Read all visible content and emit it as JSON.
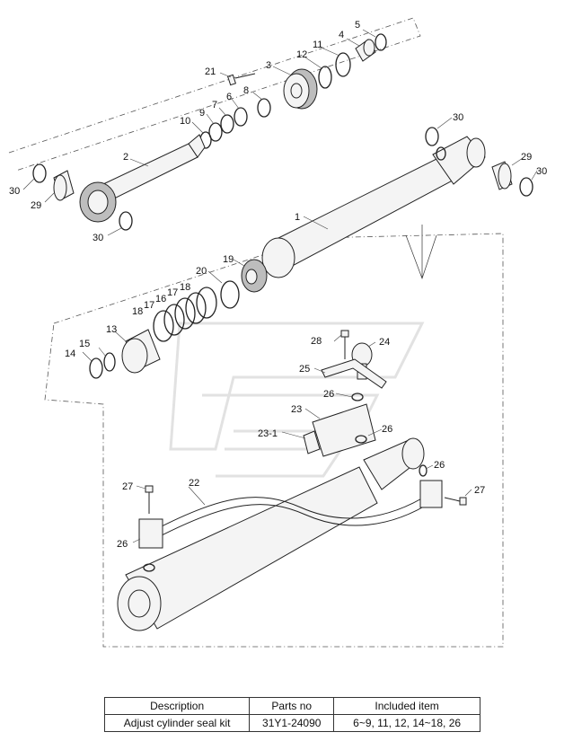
{
  "callouts": {
    "c1": "1",
    "c2": "2",
    "c3": "3",
    "c4": "4",
    "c5": "5",
    "c6": "6",
    "c7": "7",
    "c8": "8",
    "c9": "9",
    "c10": "10",
    "c11": "11",
    "c12": "12",
    "c13": "13",
    "c14": "14",
    "c15": "15",
    "c16": "16",
    "c17a": "17",
    "c17b": "17",
    "c18a": "18",
    "c18b": "18",
    "c19": "19",
    "c20": "20",
    "c21": "21",
    "c22": "22",
    "c23": "23",
    "c23_1": "23-1",
    "c24": "24",
    "c25": "25",
    "c26a": "26",
    "c26b": "26",
    "c26c": "26",
    "c26d": "26",
    "c27a": "27",
    "c27b": "27",
    "c28": "28",
    "c29a": "29",
    "c29b": "29",
    "c30a": "30",
    "c30b": "30",
    "c30c": "30",
    "c30d": "30"
  },
  "seal_kit_table": {
    "headers": {
      "description": "Description",
      "parts_no": "Parts no",
      "included_item": "Included item"
    },
    "rows": [
      {
        "description": "Adjust cylinder seal kit",
        "parts_no": "31Y1-24090",
        "included_item": "6~9, 11, 12, 14~18, 26"
      }
    ]
  }
}
